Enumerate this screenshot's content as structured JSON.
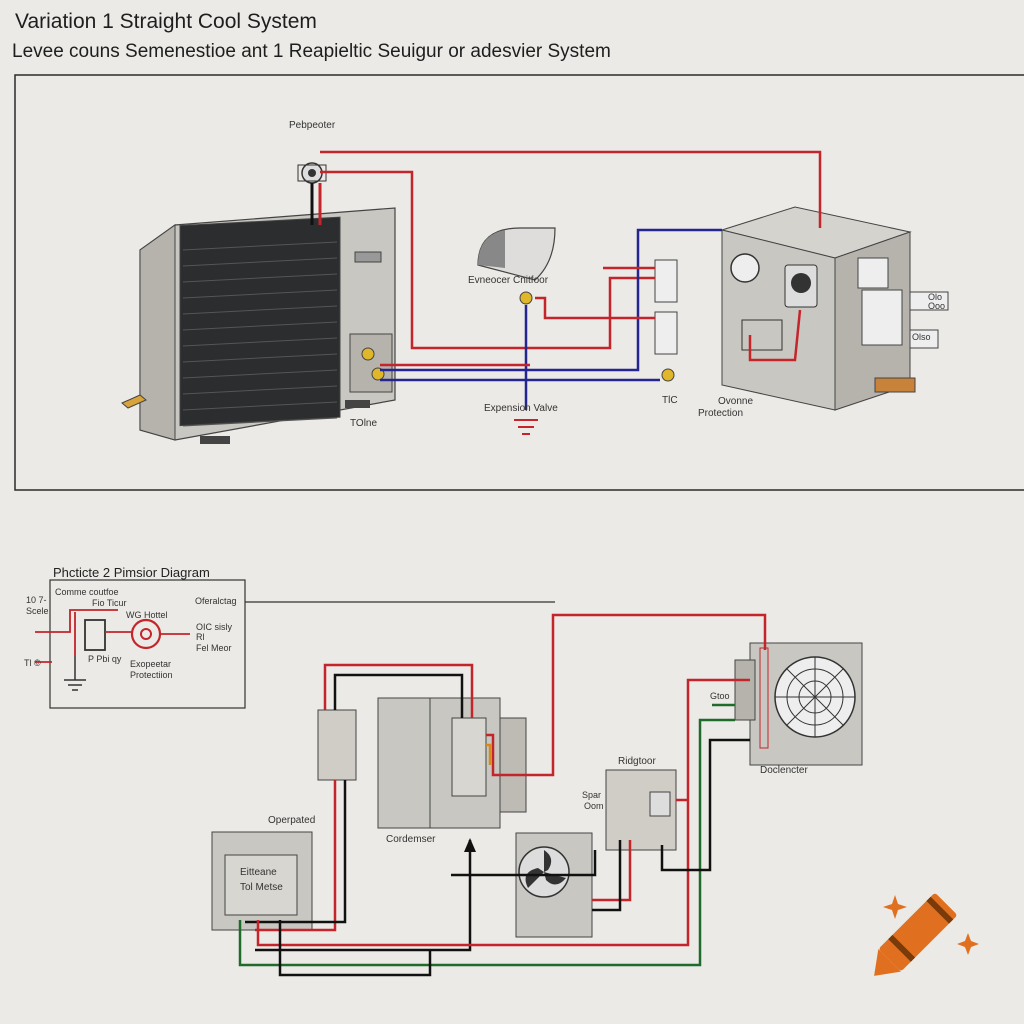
{
  "header": {
    "title": "Variation 1 Straight Cool System",
    "subtitle": "Levee couns Semenestioe ant 1 Reapieltic Seuigur or adesvier System"
  },
  "panel1": {
    "labels": {
      "top_component": "Pebpeoter",
      "evaporator": "Evneocer Cnitfoor",
      "expansion_valve": "Expension Valve",
      "unit_label": "TOlne",
      "tc": "TlC",
      "overload": "Ovonne",
      "protection": "Protection",
      "side_a": "Olo",
      "side_b": "Ooo",
      "side_c": "Olso"
    }
  },
  "panel2": {
    "inset_title": "Phcticte 2 Pimsior Diagram",
    "inset_labels": {
      "t1": "10 7-",
      "t2": "Scele",
      "t3": "Tl ©",
      "c1": "Comme coutfoe",
      "c2": "Fio Ticur",
      "c3": "WG Hottel",
      "c4": "OIC sisly",
      "c5": "Rl",
      "c6": "Fel Meor",
      "c7": "P Pbi qy",
      "c8": "Exopeetar",
      "c9": "Protectiion"
    },
    "labels": {
      "top_right": "Oferalctag",
      "condenser": "Cordemser",
      "operated": "Operpated",
      "bottom_box_1": "Eitteane",
      "bottom_box_2": "Tol Metse",
      "ridgetoor": "Ridgtoor",
      "spar": "Spar",
      "ooo": "Oom",
      "fan_box": "Gtoo",
      "fan_unit": "Doclencter"
    }
  },
  "colors": {
    "background": "#ebeae6",
    "wire_red": "#c3252a",
    "wire_blue": "#24258e",
    "wire_black": "#111111",
    "wire_green": "#1f6b2b",
    "wire_orange": "#d68a1a",
    "unit_gray": "#c9c7c1",
    "logo_orange": "#e0701f"
  },
  "icons": [
    "crayon-logo-icon",
    "sparkle-icon",
    "fan-icon",
    "ground-icon",
    "gauge-icon"
  ]
}
